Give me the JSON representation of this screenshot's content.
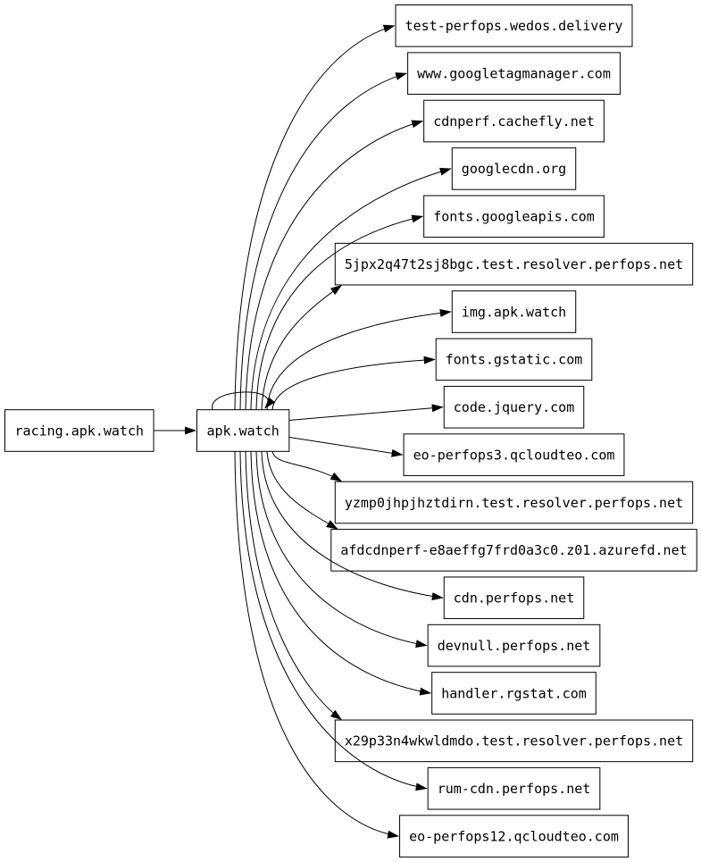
{
  "diagram": {
    "type": "directed-graph",
    "tool_style": "graphviz-dot-lr",
    "background_color": "#ffffff",
    "node_border_color": "#000000",
    "node_fill_color": "#ffffff",
    "edge_color": "#000000",
    "text_color": "#000000",
    "source_node": "racing.apk.watch",
    "hub_node": "apk.watch",
    "target_nodes": [
      "test-perfops.wedos.delivery",
      "www.googletagmanager.com",
      "cdnperf.cachefly.net",
      "googlecdn.org",
      "fonts.googleapis.com",
      "5jpx2q47t2sj8bgc.test.resolver.perfops.net",
      "img.apk.watch",
      "fonts.gstatic.com",
      "code.jquery.com",
      "eo-perfops3.qcloudteo.com",
      "yzmp0jhpjhztdirn.test.resolver.perfops.net",
      "afdcdnperf-e8aeffg7frd0a3c0.z01.azurefd.net",
      "cdn.perfops.net",
      "devnull.perfops.net",
      "handler.rgstat.com",
      "x29p33n4wkwldmdo.test.resolver.perfops.net",
      "rum-cdn.perfops.net",
      "eo-perfops12.qcloudteo.com"
    ],
    "edges": [
      {
        "from": "racing.apk.watch",
        "to": "apk.watch"
      },
      {
        "from": "apk.watch",
        "to": "apk.watch"
      },
      {
        "from": "apk.watch",
        "to": "test-perfops.wedos.delivery"
      },
      {
        "from": "apk.watch",
        "to": "www.googletagmanager.com"
      },
      {
        "from": "apk.watch",
        "to": "cdnperf.cachefly.net"
      },
      {
        "from": "apk.watch",
        "to": "googlecdn.org"
      },
      {
        "from": "apk.watch",
        "to": "fonts.googleapis.com"
      },
      {
        "from": "apk.watch",
        "to": "5jpx2q47t2sj8bgc.test.resolver.perfops.net"
      },
      {
        "from": "apk.watch",
        "to": "img.apk.watch"
      },
      {
        "from": "apk.watch",
        "to": "fonts.gstatic.com"
      },
      {
        "from": "apk.watch",
        "to": "code.jquery.com"
      },
      {
        "from": "apk.watch",
        "to": "eo-perfops3.qcloudteo.com"
      },
      {
        "from": "apk.watch",
        "to": "yzmp0jhpjhztdirn.test.resolver.perfops.net"
      },
      {
        "from": "apk.watch",
        "to": "afdcdnperf-e8aeffg7frd0a3c0.z01.azurefd.net"
      },
      {
        "from": "apk.watch",
        "to": "cdn.perfops.net"
      },
      {
        "from": "apk.watch",
        "to": "devnull.perfops.net"
      },
      {
        "from": "apk.watch",
        "to": "handler.rgstat.com"
      },
      {
        "from": "apk.watch",
        "to": "x29p33n4wkwldmdo.test.resolver.perfops.net"
      },
      {
        "from": "apk.watch",
        "to": "rum-cdn.perfops.net"
      },
      {
        "from": "apk.watch",
        "to": "eo-perfops12.qcloudteo.com"
      }
    ]
  }
}
